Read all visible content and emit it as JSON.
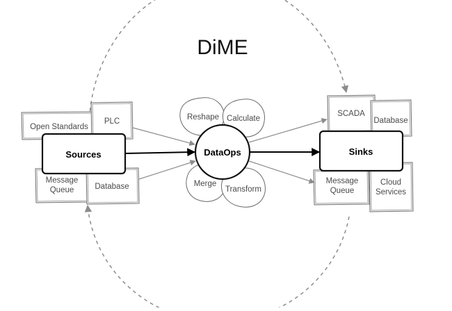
{
  "logo": {
    "text": "DiME"
  },
  "sources": {
    "label": "Sources",
    "items": [
      "Open Standards",
      "PLC",
      "Message Queue",
      "Database"
    ]
  },
  "dataops": {
    "label": "DataOps",
    "operations": [
      "Reshape",
      "Calculate",
      "Merge",
      "Transform"
    ]
  },
  "sinks": {
    "label": "Sinks",
    "items": [
      "SCADA",
      "Database",
      "Message Queue",
      "Cloud Services"
    ]
  },
  "colors": {
    "stroke_main": "#111111",
    "stroke_soft": "#6a6a6a",
    "arrow_gray": "#8c8c8c"
  }
}
